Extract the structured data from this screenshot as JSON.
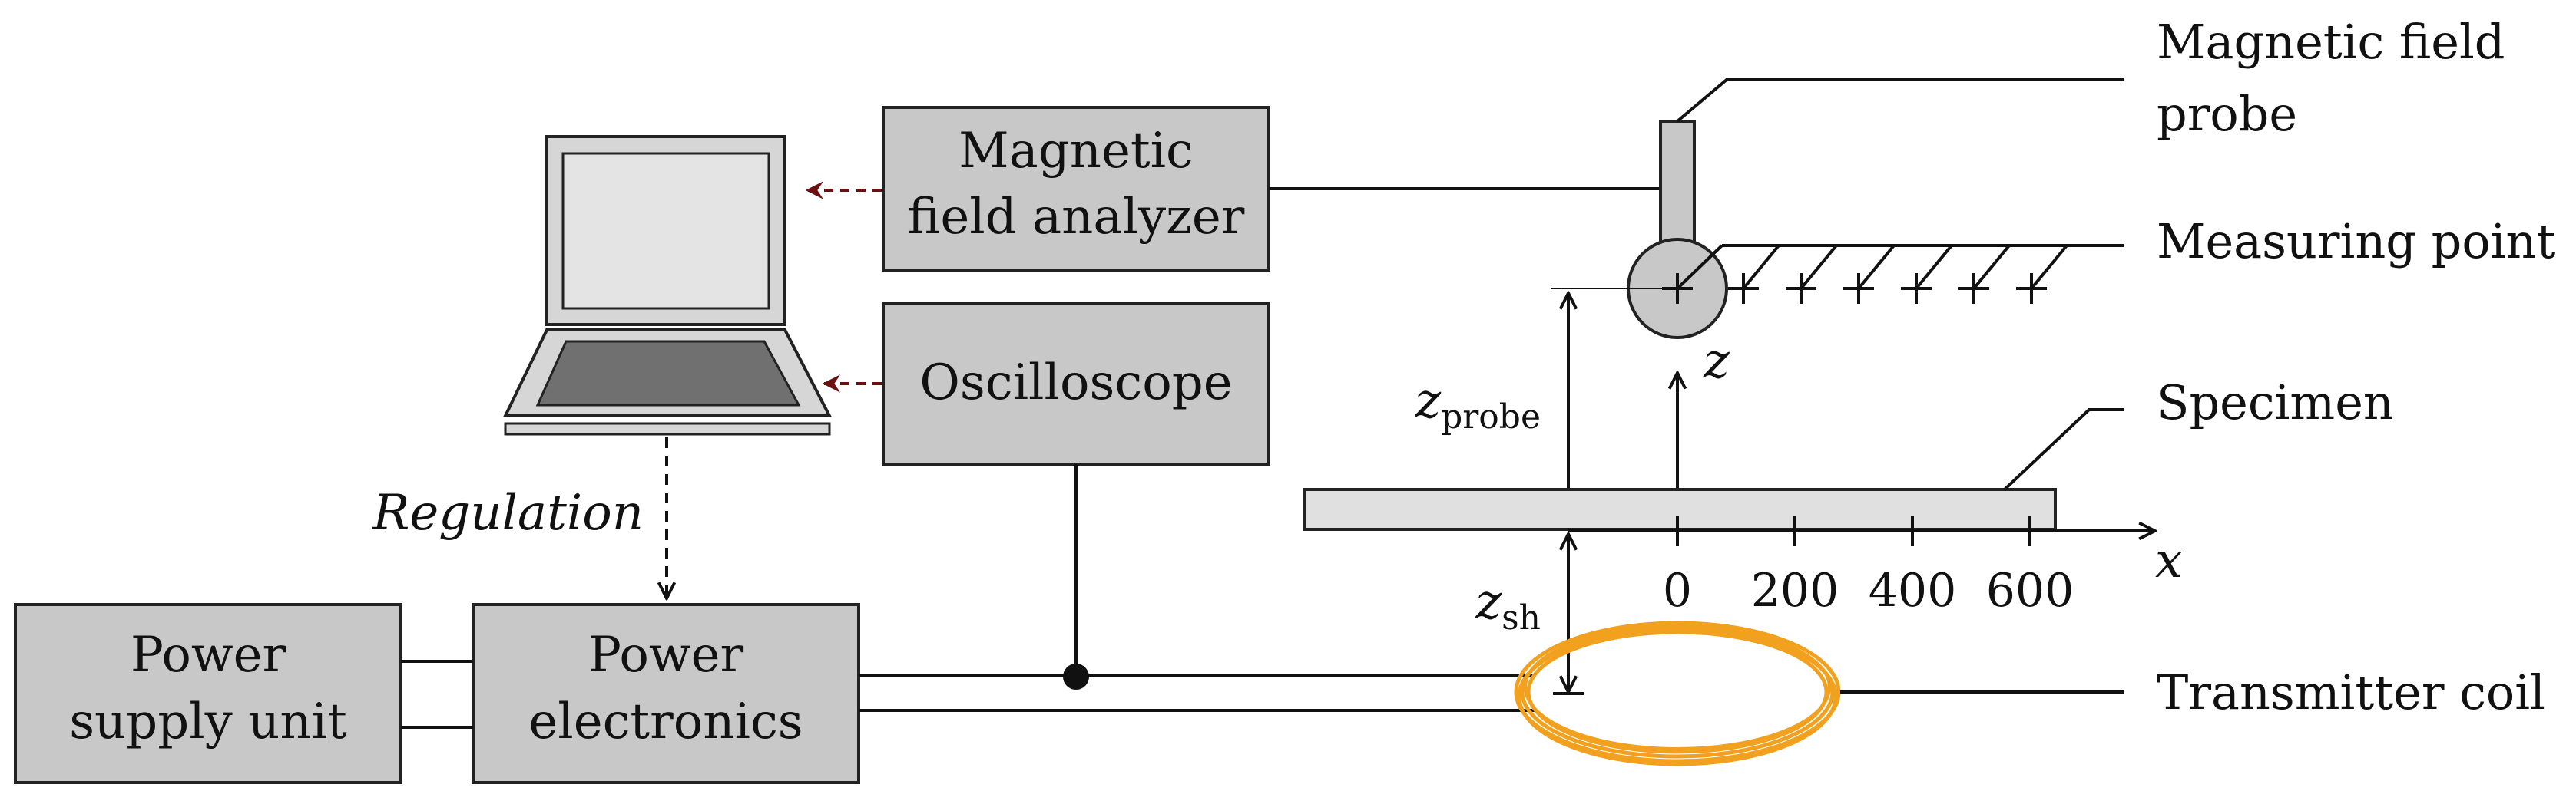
{
  "boxes": {
    "analyzer": [
      "Magnetic",
      "field analyzer"
    ],
    "oscilloscope": "Oscilloscope",
    "power_supply": [
      "Power",
      "supply unit"
    ],
    "power_electronics": [
      "Power",
      "electronics"
    ]
  },
  "labels": {
    "probe": [
      "Magnetic field",
      "probe"
    ],
    "measuring_point": "Measuring point",
    "specimen": "Specimen",
    "transmitter_coil": "Transmitter coil",
    "regulation": "Regulation",
    "z_axis": "z",
    "x_axis": "x",
    "z_probe": {
      "base": "z",
      "sub": "probe"
    },
    "z_sh": {
      "base": "z",
      "sub": "sh"
    }
  },
  "x_ticks": [
    "0",
    "200",
    "400",
    "600"
  ],
  "colors": {
    "box_fill": "#c8c8c8",
    "specimen_fill": "#e0e0e0",
    "coil": "#f2a11e",
    "arrow_to_laptop": "#6b1010",
    "screen": "#e4e4e4",
    "keyboard": "#707070"
  }
}
